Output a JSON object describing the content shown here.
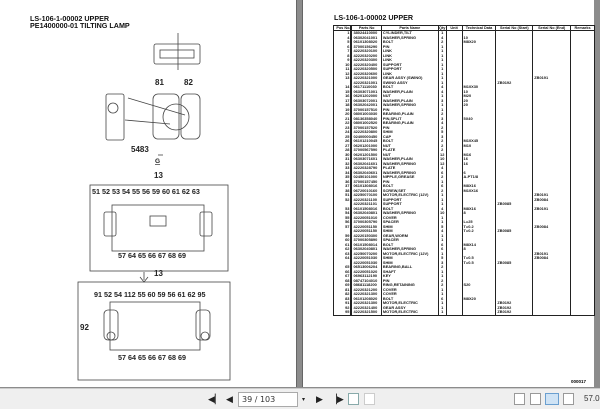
{
  "left_page": {
    "title_line1": "LS-106-1-00002 UPPER",
    "title_line2": "PE1400000-01 TILTING LAMP",
    "callouts": {
      "c81": "81",
      "c82": "82",
      "c5483": "5483",
      "g": "G",
      "c13a": "13",
      "row1": "51 52 53 54 55 56 59  60  61 62 63",
      "row2": "57 64 65 66 67   68 69",
      "c13b": "13",
      "row3": "91 52 54 112 55 60 59  56  61 62 95",
      "c92": "92",
      "row4": "57 64 65 66 67   68 69"
    }
  },
  "right_page": {
    "title": "LS-106-1-00002 UPPER",
    "page_code": "000017",
    "columns": [
      "Pos No.",
      "Parts No",
      "Parts Name",
      "Qty",
      "Unit",
      "Technical Data",
      "Serial No (Start)",
      "Serial No (End)",
      "Remarks"
    ],
    "rows": [
      [
        "1",
        "38024410000",
        "CYLINDER,TILT",
        "1",
        "",
        "",
        "",
        "",
        ""
      ],
      [
        "4",
        "06302041001",
        "WASHER,SPRING",
        "4",
        "",
        "10",
        "",
        "",
        ""
      ],
      [
        "5",
        "06101308020",
        "BOLT",
        "2",
        "",
        "M8X20",
        "",
        "",
        ""
      ],
      [
        "6",
        "37000156290",
        "PIN",
        "1",
        "",
        "",
        "",
        "",
        ""
      ],
      [
        "7",
        "42220320100",
        "LINK",
        "1",
        "",
        "",
        "",
        "",
        ""
      ],
      [
        "8",
        "42220320200",
        "LINK",
        "1",
        "",
        "",
        "",
        "",
        ""
      ],
      [
        "9",
        "42220320300",
        "LINK",
        "1",
        "",
        "",
        "",
        "",
        ""
      ],
      [
        "10",
        "42220320400",
        "SUPPORT",
        "1",
        "",
        "",
        "",
        "",
        ""
      ],
      [
        "11",
        "42220320500",
        "SUPPORT",
        "1",
        "",
        "",
        "",
        "",
        ""
      ],
      [
        "12",
        "42220320600",
        "LINK",
        "1",
        "",
        "",
        "",
        "",
        ""
      ],
      [
        "13",
        "42220321000",
        "GEAR ASSY (SWING)",
        "1",
        "",
        "",
        "",
        "ZB0191",
        ""
      ],
      [
        "",
        "42220321001",
        "SWING ASSY",
        "1",
        "",
        "",
        "ZB0192",
        "",
        ""
      ],
      [
        "14",
        "06171110030",
        "BOLT",
        "4",
        "",
        "M10X30",
        "",
        "",
        ""
      ],
      [
        "15",
        "06303071001",
        "WASHER,PLAIN",
        "4",
        "",
        "10",
        "",
        "",
        ""
      ],
      [
        "16",
        "06201202000",
        "NUT",
        "1",
        "",
        "M20",
        "",
        "",
        ""
      ],
      [
        "17",
        "06303072001",
        "WASHER,PLAIN",
        "3",
        "",
        "20",
        "",
        "",
        ""
      ],
      [
        "18",
        "06302042001",
        "WASHER,SPRING",
        "1",
        "",
        "20",
        "",
        "",
        ""
      ],
      [
        "19",
        "37000157510",
        "PIN",
        "1",
        "",
        "",
        "",
        "",
        ""
      ],
      [
        "20",
        "08001003030",
        "BEARING,PLAIN",
        "2",
        "",
        "",
        "",
        "",
        ""
      ],
      [
        "21",
        "08136358040",
        "PIN,SPLIT",
        "3",
        "",
        "5X40",
        "",
        "",
        ""
      ],
      [
        "22",
        "08001002520",
        "BEARING,PLAIN",
        "4",
        "",
        "",
        "",
        "",
        ""
      ],
      [
        "23",
        "37000157520",
        "PIN",
        "2",
        "",
        "",
        "",
        "",
        ""
      ],
      [
        "24",
        "42220320800",
        "SHIM",
        "5",
        "",
        "",
        "",
        "",
        ""
      ],
      [
        "25",
        "02400000450",
        "CAP",
        "3",
        "",
        "",
        "",
        "",
        ""
      ],
      [
        "26",
        "06101210045",
        "BOLT",
        "2",
        "",
        "M10X45",
        "",
        "",
        ""
      ],
      [
        "27",
        "06201201000",
        "NUT",
        "2",
        "",
        "M10",
        "",
        "",
        ""
      ],
      [
        "28",
        "37000567590",
        "PLATE",
        "2",
        "",
        "",
        "",
        "",
        ""
      ],
      [
        "30",
        "06201201500",
        "NUT",
        "12",
        "",
        "M16",
        "",
        "",
        ""
      ],
      [
        "31",
        "06303071601",
        "WASHER,PLAIN",
        "10",
        "",
        "16",
        "",
        "",
        ""
      ],
      [
        "32",
        "06302041601",
        "WASHER,SPRING",
        "12",
        "",
        "16",
        "",
        "",
        ""
      ],
      [
        "33",
        "42220328790",
        "PLATE",
        "4",
        "",
        "",
        "",
        "",
        ""
      ],
      [
        "34",
        "06302040601",
        "WASHER,SPRING",
        "6",
        "",
        "6",
        "",
        "",
        ""
      ],
      [
        "35",
        "02450101000",
        "NIPPLE,GREASE",
        "2",
        "",
        "A-PT1/8",
        "",
        "",
        ""
      ],
      [
        "36",
        "37000157450",
        "PIN",
        "1",
        "",
        "",
        "",
        "",
        ""
      ],
      [
        "37",
        "06101308016",
        "BOLT",
        "6",
        "",
        "M8X16",
        "",
        "",
        ""
      ],
      [
        "38",
        "06720010160",
        "SCREW,SET",
        "2",
        "",
        "M10X16",
        "",
        "",
        ""
      ],
      [
        "51",
        "42250070100",
        "MOTOR,ELECTRIC (12V)",
        "1",
        "",
        "",
        "",
        "ZB0191",
        ""
      ],
      [
        "52",
        "42220321100",
        "SUPPORT",
        "1",
        "",
        "",
        "",
        "ZB0084",
        ""
      ],
      [
        "",
        "42220321101",
        "SUPPORT",
        "1",
        "",
        "",
        "ZB0085",
        "",
        ""
      ],
      [
        "53",
        "06101508016",
        "BOLT",
        "4",
        "",
        "M8X16",
        "",
        "ZB0191",
        ""
      ],
      [
        "54",
        "06302040801",
        "WASHER,SPRING",
        "10",
        "",
        "8",
        "",
        "",
        ""
      ],
      [
        "55",
        "42220051010",
        "COVER",
        "1",
        "",
        "",
        "",
        "",
        ""
      ],
      [
        "56",
        "37000305790",
        "SPACER",
        "1",
        "",
        "L=25",
        "",
        "",
        ""
      ],
      [
        "57",
        "42220051150",
        "SHIM",
        "5",
        "",
        "T=0.2",
        "",
        "ZB0084",
        ""
      ],
      [
        "",
        "42220051150",
        "SHIM",
        "4",
        "",
        "T=0.2",
        "ZB0085",
        "",
        ""
      ],
      [
        "59",
        "42220150300",
        "GEAR,WORM",
        "1",
        "",
        "",
        "",
        "",
        ""
      ],
      [
        "60",
        "37000305890",
        "SPACER",
        "1",
        "",
        "",
        "",
        "",
        ""
      ],
      [
        "61",
        "06101508014",
        "BOLT",
        "6",
        "",
        "M8X14",
        "",
        "",
        ""
      ],
      [
        "62",
        "06302040801",
        "WASHER,SPRING",
        "6",
        "",
        "8",
        "",
        "",
        ""
      ],
      [
        "63",
        "42250070200",
        "MOTOR,ELECTRIC (12V)",
        "1",
        "",
        "",
        "",
        "ZB0191",
        ""
      ],
      [
        "64",
        "42220051030",
        "SHIM",
        "5",
        "",
        "T=0.5",
        "",
        "ZB0084",
        ""
      ],
      [
        "",
        "42220051030",
        "SHIM",
        "3",
        "",
        "T=0.5",
        "ZB0085",
        "",
        ""
      ],
      [
        "65",
        "06513006204",
        "BEARING,BALL",
        "2",
        "",
        "",
        "",
        "",
        ""
      ],
      [
        "66",
        "42220051020",
        "SHAFT",
        "1",
        "",
        "",
        "",
        "",
        ""
      ],
      [
        "67",
        "06963112190",
        "KEY",
        "1",
        "",
        "",
        "",
        "",
        ""
      ],
      [
        "68",
        "08747104010",
        "PIN",
        "2",
        "",
        "",
        "",
        "",
        ""
      ],
      [
        "69",
        "08681118200",
        "RING,RETAINING",
        "2",
        "",
        "S20",
        "",
        "",
        ""
      ],
      [
        "81",
        "42220321200",
        "COVER",
        "1",
        "",
        "",
        "",
        "",
        ""
      ],
      [
        "82",
        "42220321300",
        "COVER",
        "1",
        "",
        "",
        "",
        "",
        ""
      ],
      [
        "83",
        "06101208020",
        "BOLT",
        "6",
        "",
        "M8X20",
        "",
        "",
        ""
      ],
      [
        "91",
        "42220321300",
        "MOTOR,ELECTRIC",
        "1",
        "",
        "",
        "ZB0192",
        "",
        ""
      ],
      [
        "92",
        "42220321400",
        "GEAR ASSY",
        "1",
        "",
        "",
        "ZB0192",
        "",
        ""
      ],
      [
        "95",
        "42220321500",
        "MOTOR,ELECTRIC",
        "1",
        "",
        "",
        "ZB0192",
        "",
        ""
      ]
    ]
  },
  "toolbar": {
    "page_value": "39 / 103",
    "zoom": "57.0"
  }
}
